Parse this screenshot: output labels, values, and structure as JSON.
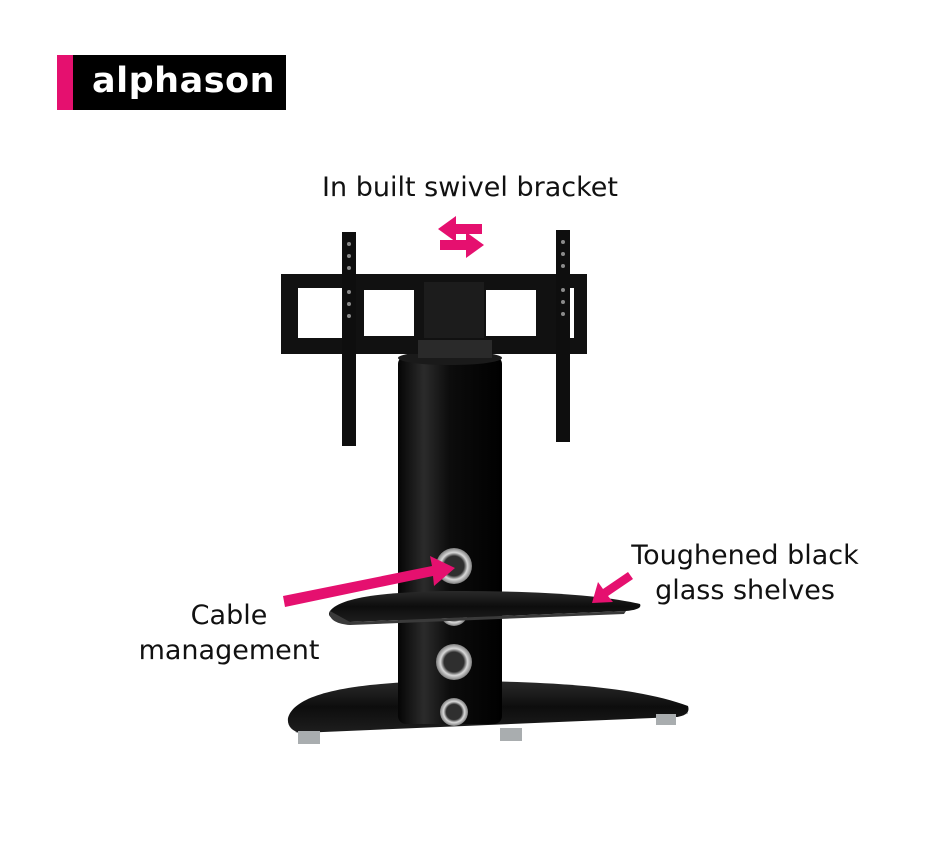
{
  "brand": {
    "name": "alphason",
    "accent_color": "#e5106f",
    "logo_background": "#000000"
  },
  "callouts": {
    "swivel": "In built swivel bracket",
    "glass_line1": "Toughened black",
    "glass_line2": "glass shelves",
    "cable_line1": "Cable",
    "cable_line2": "management"
  },
  "icons": {
    "swivel": "double-arrow-icon",
    "pointer": "pointer-arrow-icon"
  }
}
